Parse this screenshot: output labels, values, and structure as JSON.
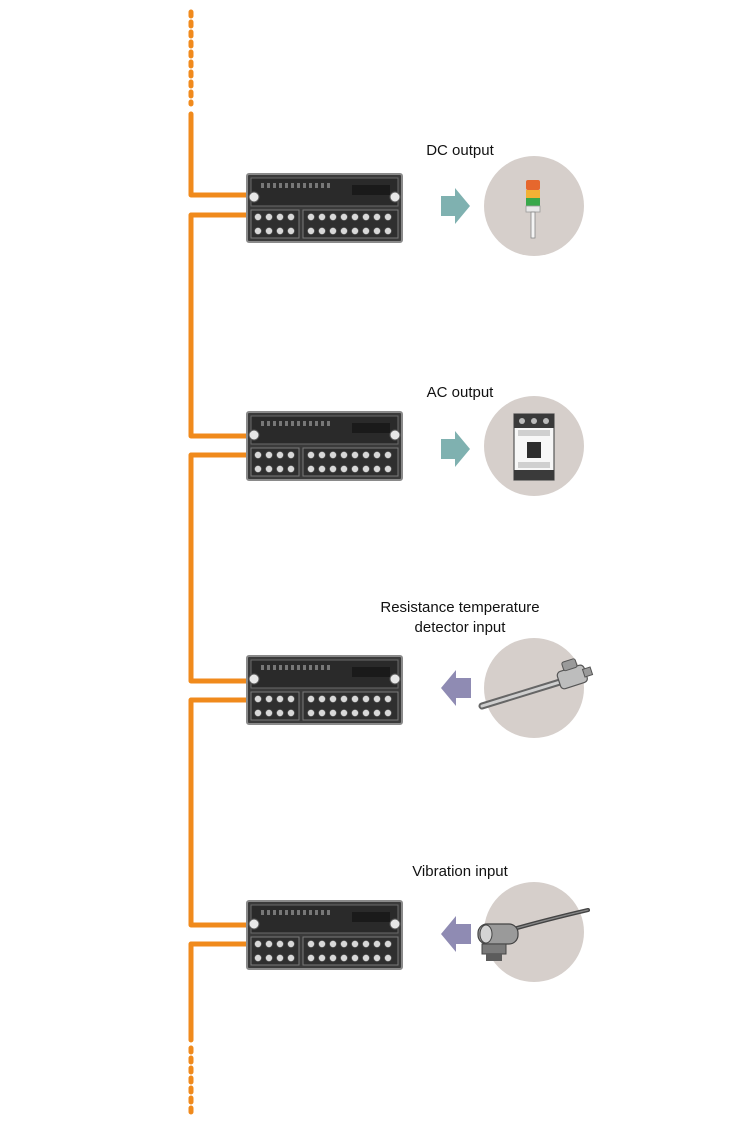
{
  "colors": {
    "bus": "#f08a1c",
    "output_arrow": "#7fb1b0",
    "input_arrow": "#8f8bb3",
    "device_circle": "#d6cfcb",
    "module_body": "#3a3a3a",
    "module_frame": "#8a8a8a"
  },
  "modules": [
    {
      "label_lines": [
        "DC output"
      ],
      "direction": "output",
      "device_icon": "signal-tower-icon"
    },
    {
      "label_lines": [
        "AC output"
      ],
      "direction": "output",
      "device_icon": "contactor-icon"
    },
    {
      "label_lines": [
        "Resistance temperature",
        "detector input"
      ],
      "direction": "input",
      "device_icon": "temperature-probe-icon"
    },
    {
      "label_lines": [
        "Vibration input"
      ],
      "direction": "input",
      "device_icon": "vibration-sensor-icon"
    }
  ]
}
